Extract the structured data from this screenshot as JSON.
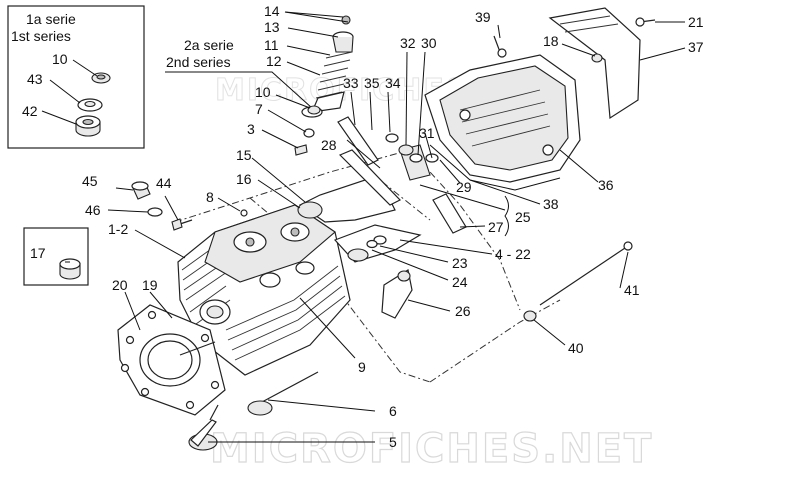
{
  "watermark": "MICROFICHES.NET",
  "inset": {
    "title_it": "1a serie",
    "title_en": "1st series"
  },
  "series2": {
    "title_it": "2a serie",
    "title_en": "2nd series"
  },
  "callouts": [
    {
      "id": "c1",
      "text": "1-2"
    },
    {
      "id": "c3",
      "text": "3"
    },
    {
      "id": "c4",
      "text": "4 - 22"
    },
    {
      "id": "c5",
      "text": "5"
    },
    {
      "id": "c6",
      "text": "6"
    },
    {
      "id": "c7",
      "text": "7"
    },
    {
      "id": "c8",
      "text": "8"
    },
    {
      "id": "c9",
      "text": "9"
    },
    {
      "id": "c10",
      "text": "10"
    },
    {
      "id": "c10b",
      "text": "10"
    },
    {
      "id": "c11",
      "text": "11"
    },
    {
      "id": "c12",
      "text": "12"
    },
    {
      "id": "c13",
      "text": "13"
    },
    {
      "id": "c14",
      "text": "14"
    },
    {
      "id": "c15",
      "text": "15"
    },
    {
      "id": "c16",
      "text": "16"
    },
    {
      "id": "c17",
      "text": "17"
    },
    {
      "id": "c18",
      "text": "18"
    },
    {
      "id": "c19",
      "text": "19"
    },
    {
      "id": "c20",
      "text": "20"
    },
    {
      "id": "c21",
      "text": "21"
    },
    {
      "id": "c23",
      "text": "23"
    },
    {
      "id": "c24",
      "text": "24"
    },
    {
      "id": "c25",
      "text": "25"
    },
    {
      "id": "c26",
      "text": "26"
    },
    {
      "id": "c27",
      "text": "27"
    },
    {
      "id": "c28",
      "text": "28"
    },
    {
      "id": "c29",
      "text": "29"
    },
    {
      "id": "c30",
      "text": "30"
    },
    {
      "id": "c31",
      "text": "31"
    },
    {
      "id": "c32",
      "text": "32"
    },
    {
      "id": "c33",
      "text": "33"
    },
    {
      "id": "c34",
      "text": "34"
    },
    {
      "id": "c35",
      "text": "35"
    },
    {
      "id": "c36",
      "text": "36"
    },
    {
      "id": "c37",
      "text": "37"
    },
    {
      "id": "c38",
      "text": "38"
    },
    {
      "id": "c39",
      "text": "39"
    },
    {
      "id": "c40",
      "text": "40"
    },
    {
      "id": "c41",
      "text": "41"
    },
    {
      "id": "c42",
      "text": "42"
    },
    {
      "id": "c43",
      "text": "43"
    },
    {
      "id": "c44",
      "text": "44"
    },
    {
      "id": "c45",
      "text": "45"
    },
    {
      "id": "c46",
      "text": "46"
    }
  ]
}
